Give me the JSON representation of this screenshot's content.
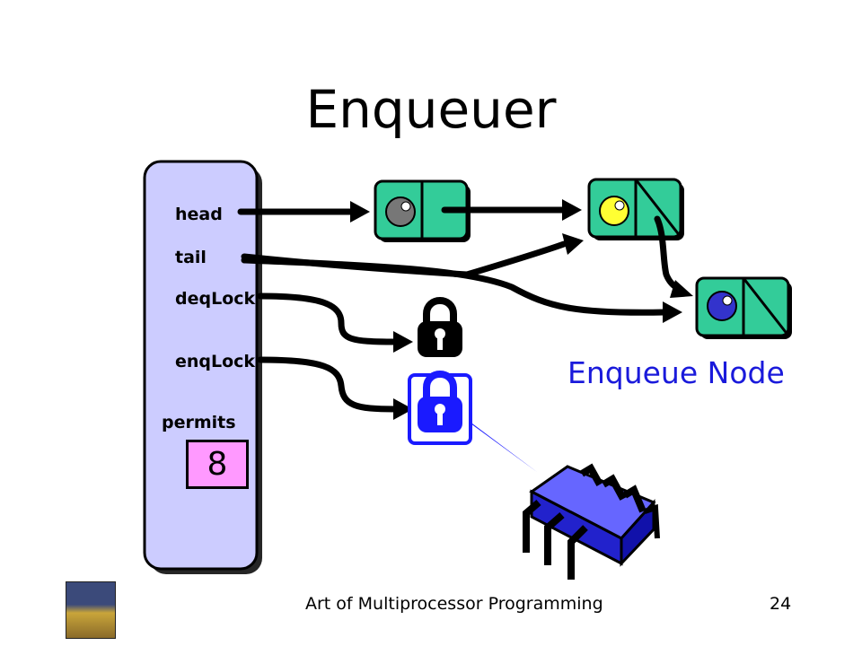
{
  "title": "Enqueuer",
  "queue_fields": {
    "head": "head",
    "tail": "tail",
    "deq_lock": "deqLock",
    "enq_lock": "enqLock",
    "permits": "permits"
  },
  "permits_value": "8",
  "enqueue_node_label": "Enqueue Node",
  "footer": {
    "center_text": "Art of Multiprocessor Programming",
    "page_number": "24"
  },
  "colors": {
    "queue_panel": "#ccccff",
    "node_fill": "#33cc99",
    "enq_lock_highlight": "#0000ff",
    "permits_fill": "#ff99ff",
    "label_blue": "#1a1adb"
  }
}
